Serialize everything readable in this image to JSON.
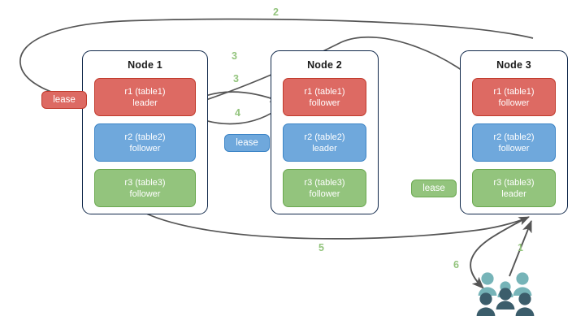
{
  "diagram": {
    "title": "raft-lease-placement-diagram",
    "colors": {
      "red": "#dd6a63",
      "red_border": "#c0392b",
      "blue": "#6fa8dc",
      "blue_border": "#3d85c6",
      "green": "#93c47d",
      "green_border": "#6aa84f",
      "node_border": "#10284a",
      "arrow": "#555555",
      "step_label": "#93c47d",
      "people_light": "#76b4b8",
      "people_dark": "#3b5d6b"
    }
  },
  "nodes": [
    {
      "title": "Node 1",
      "replicas": [
        {
          "name": "r1 (table1)",
          "role": "leader",
          "color": "red"
        },
        {
          "name": "r2 (table2)",
          "role": "follower",
          "color": "blue"
        },
        {
          "name": "r3 (table3)",
          "role": "follower",
          "color": "green"
        }
      ]
    },
    {
      "title": "Node 2",
      "replicas": [
        {
          "name": "r1 (table1)",
          "role": "follower",
          "color": "red"
        },
        {
          "name": "r2 (table2)",
          "role": "leader",
          "color": "blue"
        },
        {
          "name": "r3 (table3)",
          "role": "follower",
          "color": "green"
        }
      ]
    },
    {
      "title": "Node 3",
      "replicas": [
        {
          "name": "r1 (table1)",
          "role": "follower",
          "color": "red"
        },
        {
          "name": "r2 (table2)",
          "role": "follower",
          "color": "blue"
        },
        {
          "name": "r3 (table3)",
          "role": "leader",
          "color": "green"
        }
      ]
    }
  ],
  "leases": [
    {
      "label": "lease",
      "color": "red"
    },
    {
      "label": "lease",
      "color": "blue"
    },
    {
      "label": "lease",
      "color": "green"
    }
  ],
  "steps": [
    {
      "label": "2"
    },
    {
      "label": "3"
    },
    {
      "label": "3"
    },
    {
      "label": "4"
    },
    {
      "label": "5"
    },
    {
      "label": "1"
    },
    {
      "label": "6"
    }
  ],
  "people": {
    "icon": "people-group-icon",
    "light_count": 3,
    "dark_count": 3
  }
}
